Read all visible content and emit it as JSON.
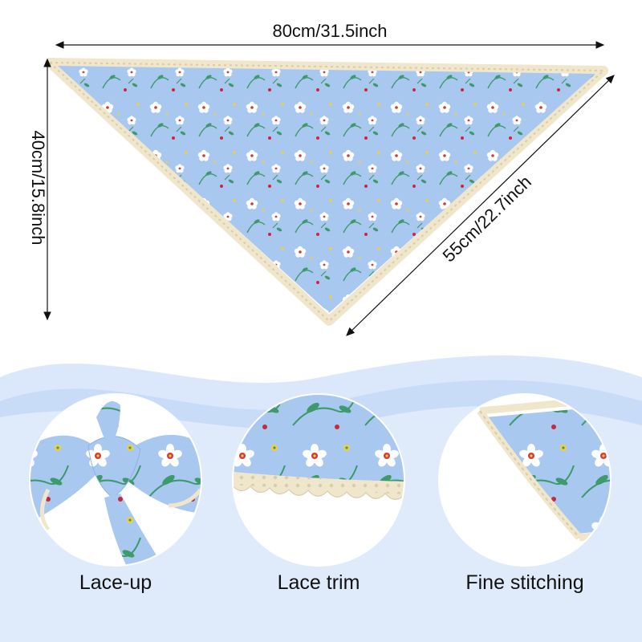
{
  "dimensions": {
    "top_width": "80cm/31.5inch",
    "left_height": "40cm/15.8inch",
    "diagonal_side": "55cm/22.7inch"
  },
  "features": [
    {
      "label": "Lace-up"
    },
    {
      "label": "Lace trim"
    },
    {
      "label": "Fine stitching"
    }
  ],
  "colors": {
    "fabric": "#a9c8f0",
    "lace": "#efe6cc",
    "leaf": "#3d9a6c",
    "petal": "#ffffff",
    "flower_center": "#d23a3a",
    "bud_yellow": "#f2cf3a",
    "wave_light": "#dbe8fb",
    "wave_mid": "#b9d1f4",
    "text": "#111111"
  }
}
